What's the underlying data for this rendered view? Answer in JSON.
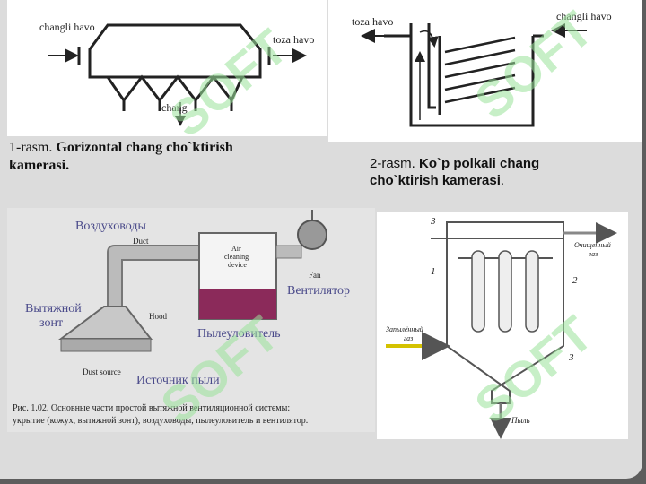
{
  "fig1": {
    "inlet": "changli havo",
    "outlet": "toza havo",
    "bottom": "chang",
    "caption_prefix": "1-rasm.",
    "caption_title_l1": "Gorizontal chang cho`ktirish",
    "caption_title_l2": "kamerasi."
  },
  "fig2": {
    "outlet": "toza havo",
    "inlet": "changli havo",
    "caption_prefix": "2-rasm.",
    "caption_title_l1": "Ko`p polkali chang",
    "caption_title_l2": "cho`ktirish kamerasi",
    "caption_end": "."
  },
  "fig3": {
    "ducts_ru": "Воздуховоды",
    "duct_en": "Duct",
    "air_cleaning_1": "Air",
    "air_cleaning_2": "cleaning",
    "air_cleaning_3": "device",
    "fan_en": "Fan",
    "fan_ru": "Вентилятор",
    "hood_ru_1": "Вытяжной",
    "hood_ru_2": "зонт",
    "hood_en": "Hood",
    "collector_ru": "Пылеуловитель",
    "dust_source_en": "Dust source",
    "dust_source_ru": "Источник пыли",
    "caption_l1": "Рис. 1.02. Основные части простой вытяжной вентиляционной системы:",
    "caption_l2": "укрытие (кожух, вытяжной зонт), воздуховоды, пылеуловитель и вентилятор."
  },
  "fig4": {
    "label_3_top": "3",
    "label_1": "1",
    "label_2": "2",
    "label_3_bottom": "3",
    "clean_gas_1": "Очищенный",
    "clean_gas_2": "газ",
    "dusty_gas_1": "Запылённый",
    "dusty_gas_2": "газ",
    "dust": "Пыль"
  },
  "watermark": "SOFT"
}
